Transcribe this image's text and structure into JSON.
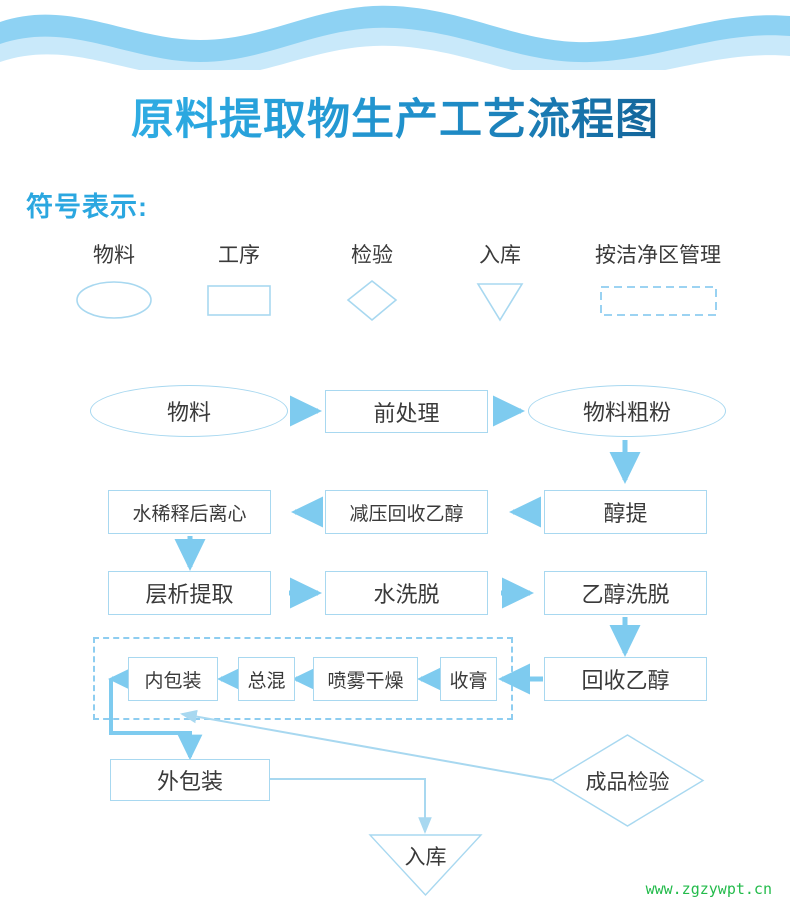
{
  "page": {
    "title": "原料提取物生产工艺流程图",
    "legend_heading": "符号表示:",
    "watermark": "www.zgzywpt.cn"
  },
  "colors": {
    "title_gradient_start": "#3ab6e8",
    "title_gradient_end": "#10587f",
    "heading_blue": "#2ba7e0",
    "shape_stroke": "#a8d8f0",
    "arrow_blue": "#7ecbef",
    "dashed_stroke": "#8ecdf0",
    "text_dark": "#3a3a3a",
    "wave_dark": "#8ed2f3",
    "wave_light": "#c9e9fa",
    "watermark_green": "#23bb4b"
  },
  "legend": {
    "items": [
      {
        "label": "物料",
        "shape": "ellipse"
      },
      {
        "label": "工序",
        "shape": "rectangle"
      },
      {
        "label": "检验",
        "shape": "diamond"
      },
      {
        "label": "入库",
        "shape": "triangle-down"
      },
      {
        "label": "按洁净区管理",
        "shape": "dashed-rectangle"
      }
    ]
  },
  "flow": {
    "nodes": [
      {
        "id": "wuliao",
        "label": "物料",
        "shape": "ellipse"
      },
      {
        "id": "qianchuli",
        "label": "前处理",
        "shape": "rectangle"
      },
      {
        "id": "wuliaocufen",
        "label": "物料粗粉",
        "shape": "ellipse"
      },
      {
        "id": "chunti",
        "label": "醇提",
        "shape": "rectangle"
      },
      {
        "id": "jianyahuishou",
        "label": "减压回收乙醇",
        "shape": "rectangle"
      },
      {
        "id": "shuixishi",
        "label": "水稀释后离心",
        "shape": "rectangle"
      },
      {
        "id": "cengxi",
        "label": "层析提取",
        "shape": "rectangle"
      },
      {
        "id": "shuixituo",
        "label": "水洗脱",
        "shape": "rectangle"
      },
      {
        "id": "yichunxituo",
        "label": "乙醇洗脱",
        "shape": "rectangle"
      },
      {
        "id": "huishouyichun",
        "label": "回收乙醇",
        "shape": "rectangle"
      },
      {
        "id": "shougao",
        "label": "收膏",
        "shape": "rectangle"
      },
      {
        "id": "penwu",
        "label": "喷雾干燥",
        "shape": "rectangle"
      },
      {
        "id": "zonghun",
        "label": "总混",
        "shape": "rectangle"
      },
      {
        "id": "neibaozhuang",
        "label": "内包装",
        "shape": "rectangle"
      },
      {
        "id": "waibaozhuang",
        "label": "外包装",
        "shape": "rectangle"
      },
      {
        "id": "chengpinjianyan",
        "label": "成品检验",
        "shape": "diamond"
      },
      {
        "id": "ruku",
        "label": "入库",
        "shape": "triangle-down"
      }
    ],
    "clean_area_note": "按洁净区管理",
    "edges": [
      {
        "from": "wuliao",
        "to": "qianchuli",
        "dir": "right"
      },
      {
        "from": "qianchuli",
        "to": "wuliaocufen",
        "dir": "right"
      },
      {
        "from": "wuliaocufen",
        "to": "chunti",
        "dir": "down"
      },
      {
        "from": "chunti",
        "to": "jianyahuishou",
        "dir": "left"
      },
      {
        "from": "jianyahuishou",
        "to": "shuixishi",
        "dir": "left"
      },
      {
        "from": "shuixishi",
        "to": "cengxi",
        "dir": "down"
      },
      {
        "from": "cengxi",
        "to": "shuixituo",
        "dir": "right"
      },
      {
        "from": "shuixituo",
        "to": "yichunxituo",
        "dir": "right"
      },
      {
        "from": "yichunxituo",
        "to": "huishouyichun",
        "dir": "down"
      },
      {
        "from": "huishouyichun",
        "to": "shougao",
        "dir": "left"
      },
      {
        "from": "shougao",
        "to": "penwu",
        "dir": "left"
      },
      {
        "from": "penwu",
        "to": "zonghun",
        "dir": "left"
      },
      {
        "from": "zonghun",
        "to": "neibaozhuang",
        "dir": "left"
      },
      {
        "from": "neibaozhuang",
        "to": "waibaozhuang",
        "dir": "down-left-loop"
      },
      {
        "from": "waibaozhuang",
        "to": "ruku",
        "dir": "right-down"
      },
      {
        "from": "chengpinjianyan",
        "to": "neibaozhuang",
        "dir": "diagonal-up-left"
      }
    ]
  }
}
